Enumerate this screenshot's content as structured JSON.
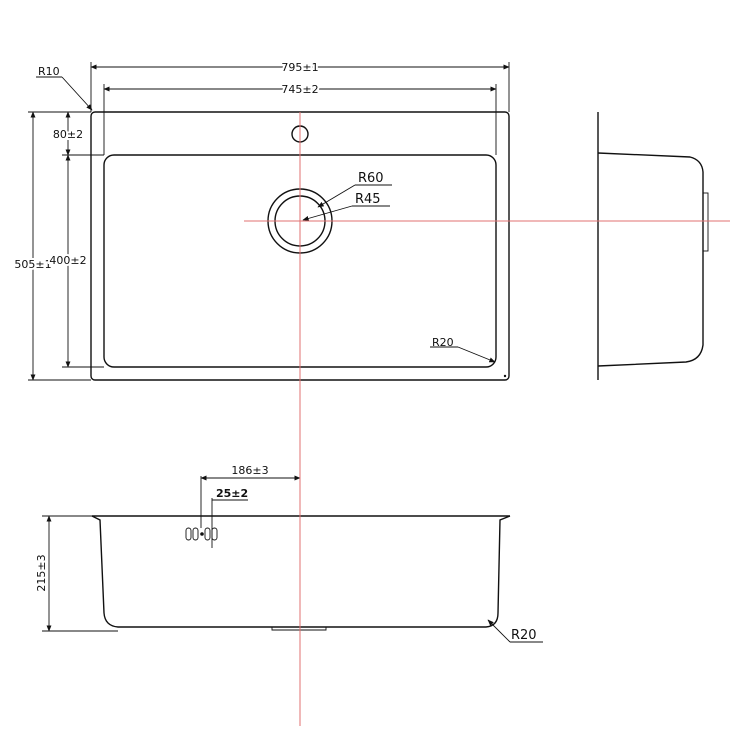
{
  "dimensions": {
    "outer_width": "795±1",
    "inner_width": "745±2",
    "corner_outer": "R10",
    "top_margin": "80±2",
    "outer_depth": "505±1",
    "inner_depth": "400±2",
    "drain_outer_radius": "R60",
    "drain_inner_radius": "R45",
    "bowl_corner": "R20",
    "drain_offset": "186±3",
    "overflow_size": "25±2",
    "bowl_height": "215±3",
    "section_corner": "R20"
  },
  "colors": {
    "line": "#111111",
    "centerline": "#e07070"
  }
}
